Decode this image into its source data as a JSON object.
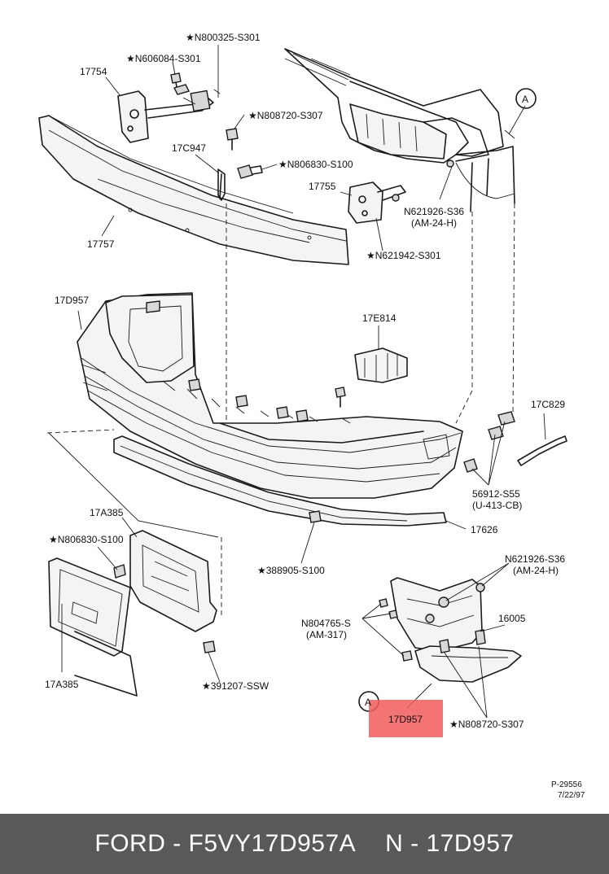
{
  "labels": {
    "n800325": "★N800325-S301",
    "n606084": "★N606084-S301",
    "p17754": "17754",
    "n808720_top": "★N808720-S307",
    "p17c947": "17C947",
    "n806830_top": "★N806830-S100",
    "p17755": "17755",
    "p17757": "17757",
    "n621926_top": "N621926-S36",
    "am24h_top": "(AM-24-H)",
    "n621942": "★N621942-S301",
    "p17d957": "17D957",
    "p17e814": "17E814",
    "p17c829": "17C829",
    "n56912": "56912-S55",
    "u413cb": "(U-413-CB)",
    "p17626": "17626",
    "p17a385_top": "17A385",
    "n806830_bottom": "★N806830-S100",
    "n388905": "★388905-S100",
    "n621926_bottom": "N621926-S36",
    "am24h_bottom": "(AM-24-H)",
    "n804765": "N804765-S",
    "am317": "(AM-317)",
    "p16005": "16005",
    "p17a385_bottom": "17A385",
    "n391207": "★391207-SSW",
    "callout_a_top": "A",
    "callout_a_bottom": "A",
    "p17d957_highlight": "17D957",
    "n808720_bottom": "★N808720-S307",
    "drawing_number": "P-29556",
    "drawing_date": "7/22/97"
  },
  "footer": {
    "brand_part": "FORD - F5VY17D957A",
    "ref": "N - 17D957"
  },
  "colors": {
    "highlight": "#f25c5c",
    "footer_bg": "#58595b",
    "footer_text": "#ffffff"
  }
}
